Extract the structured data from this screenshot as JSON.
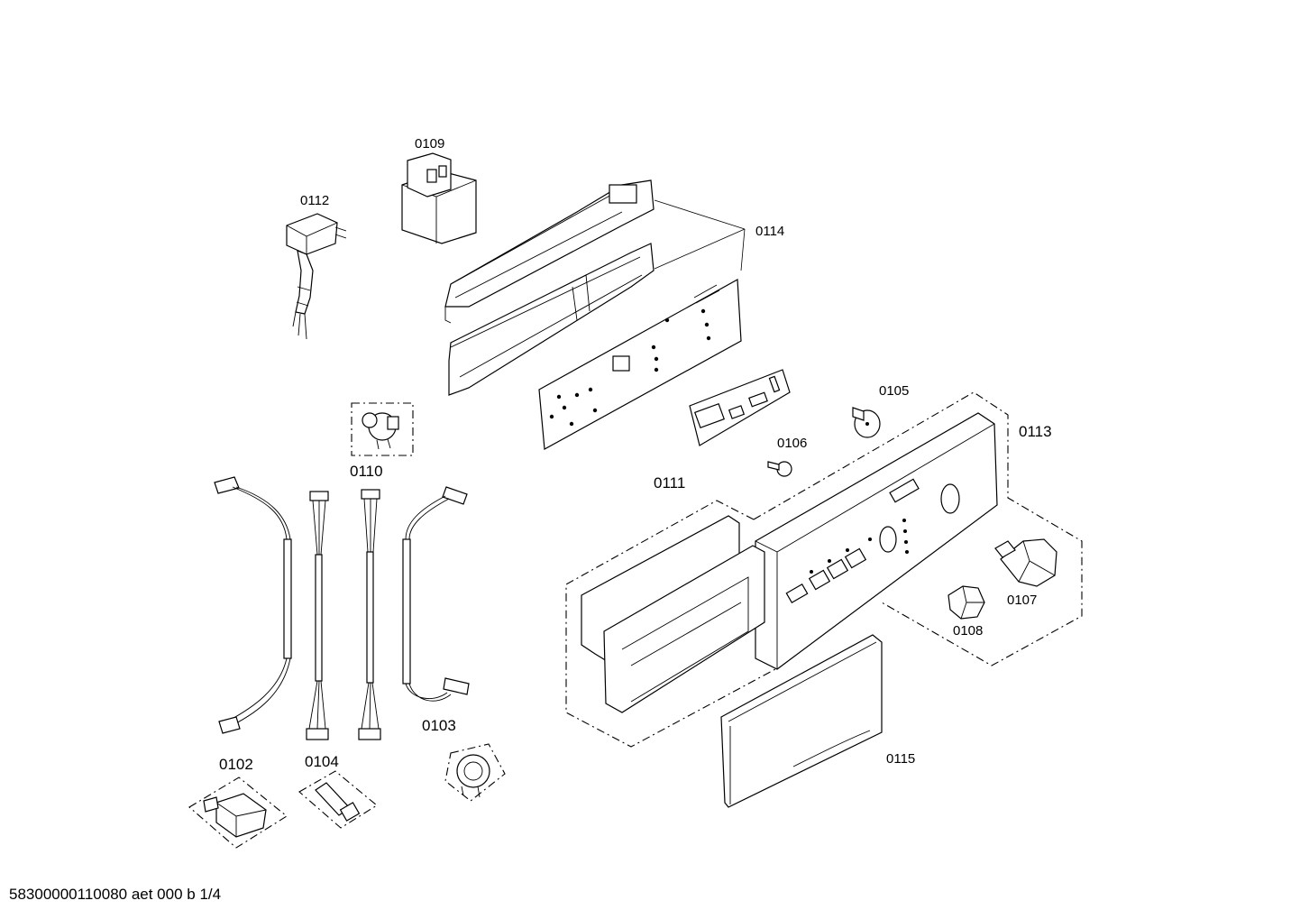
{
  "labels": {
    "p0102": "0102",
    "p0103": "0103",
    "p0104": "0104",
    "p0105": "0105",
    "p0106": "0106",
    "p0107": "0107",
    "p0108": "0108",
    "p0109": "0109",
    "p0110": "0110",
    "p0111": "0111",
    "p0112": "0112",
    "p0113": "0113",
    "p0114": "0114",
    "p0115": "0115"
  },
  "footer": "58300000110080 aet 000 b 1/4"
}
